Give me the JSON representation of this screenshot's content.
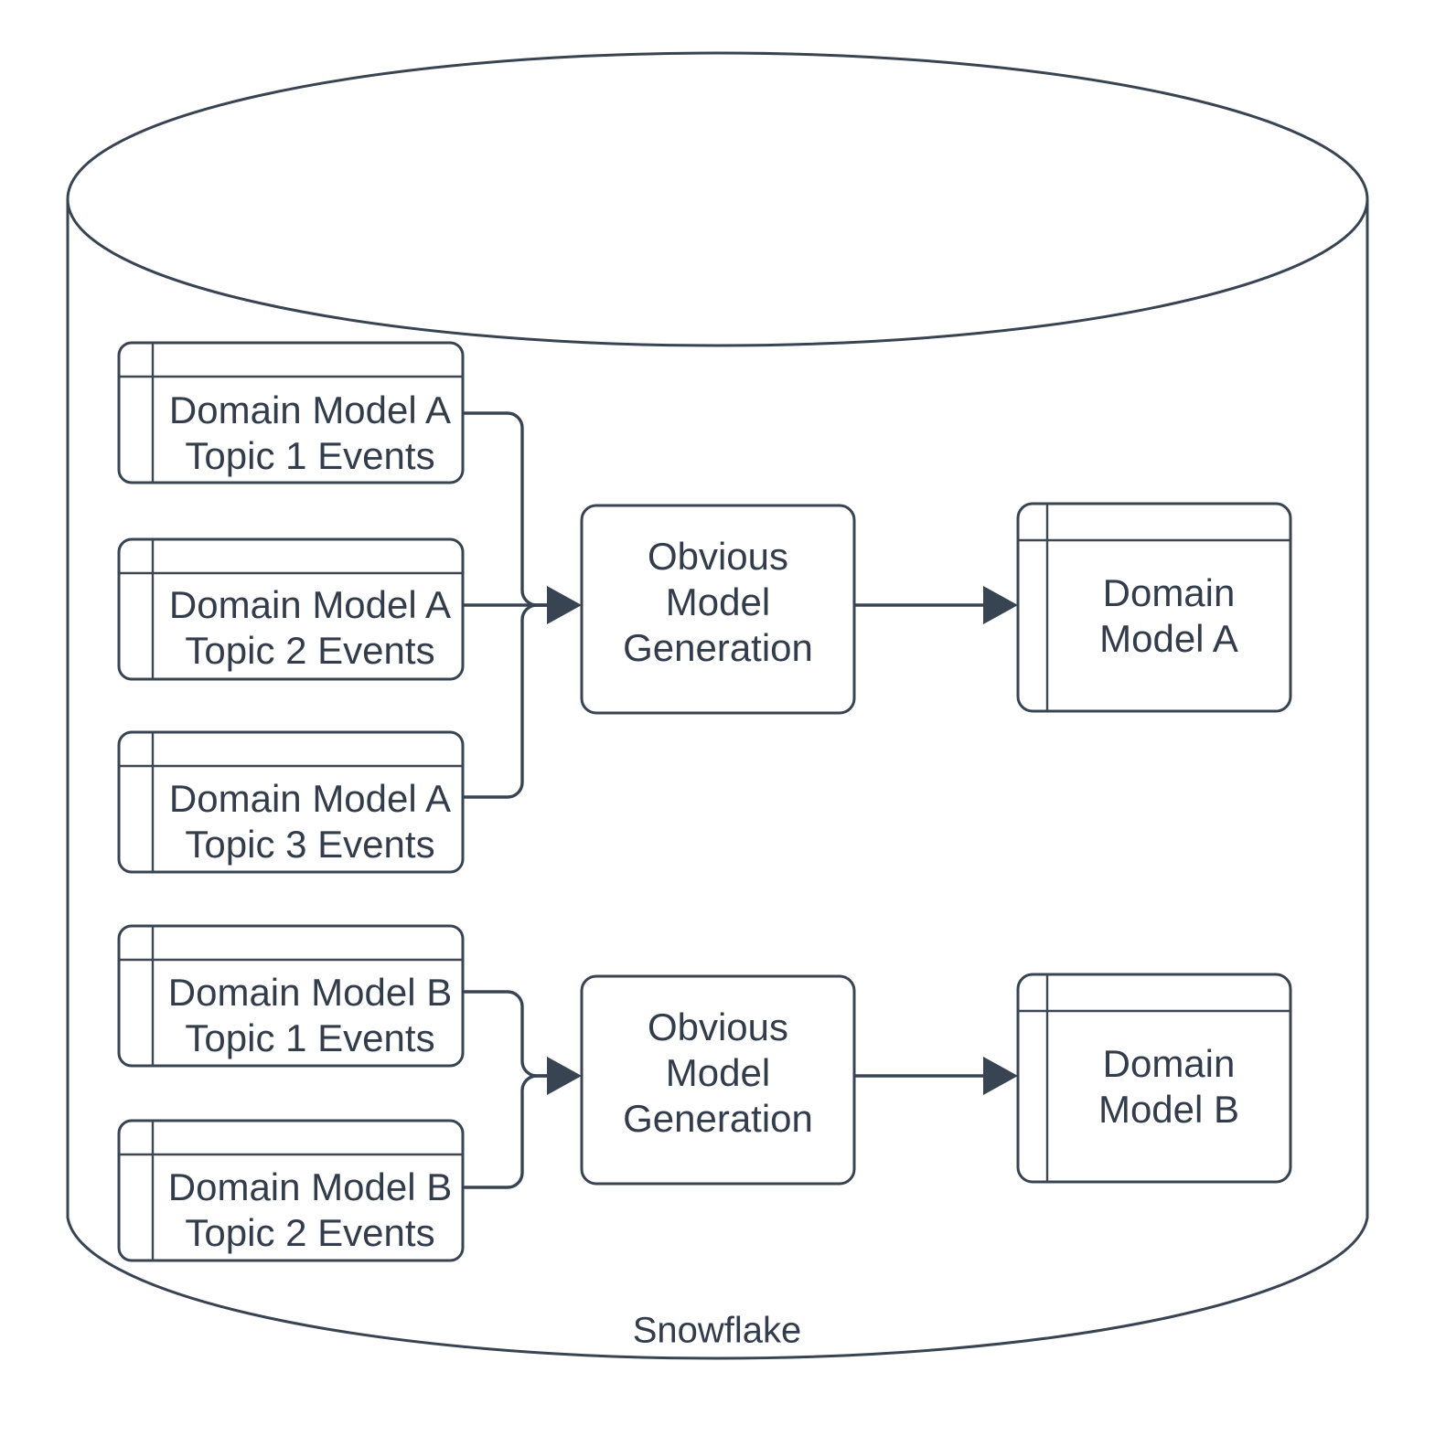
{
  "diagram": {
    "title": "Snowflake",
    "container": {
      "name": "Snowflake",
      "shape": "cylinder",
      "label": "Snowflake"
    },
    "colors": {
      "stroke": "#384452",
      "text": "#323c4b",
      "fill": "#ffffff",
      "background": "#ffffff"
    },
    "groups": [
      {
        "id": "group-a",
        "sources": [
          {
            "id": "a-topic-1",
            "line1": "Domain Model A",
            "line2": "Topic 1 Events"
          },
          {
            "id": "a-topic-2",
            "line1": "Domain Model A",
            "line2": "Topic 2 Events"
          },
          {
            "id": "a-topic-3",
            "line1": "Domain Model A",
            "line2": "Topic 3 Events"
          }
        ],
        "process": {
          "id": "process-a",
          "line1": "Obvious",
          "line2": "Model",
          "line3": "Generation"
        },
        "output": {
          "id": "output-a",
          "line1": "Domain",
          "line2": "Model A"
        }
      },
      {
        "id": "group-b",
        "sources": [
          {
            "id": "b-topic-1",
            "line1": "Domain Model B",
            "line2": "Topic 1 Events"
          },
          {
            "id": "b-topic-2",
            "line1": "Domain Model B",
            "line2": "Topic 2 Events"
          }
        ],
        "process": {
          "id": "process-b",
          "line1": "Obvious",
          "line2": "Model",
          "line3": "Generation"
        },
        "output": {
          "id": "output-b",
          "line1": "Domain",
          "line2": "Model B"
        }
      }
    ]
  }
}
